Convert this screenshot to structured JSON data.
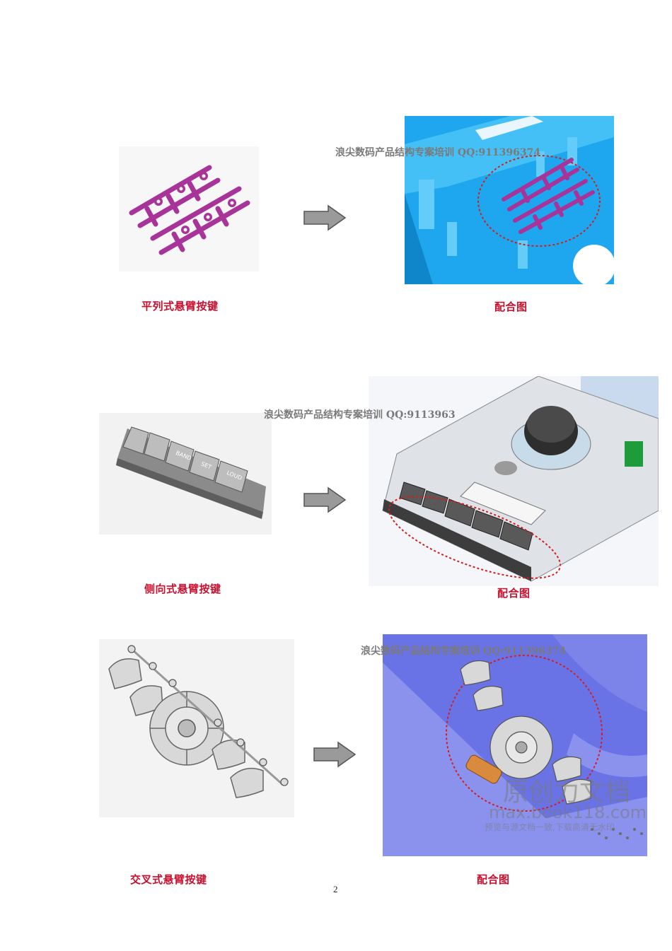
{
  "watermark_text": "浪尖数码产品结构专案培训 QQ:911396374",
  "rows": [
    {
      "left_caption": "平列式悬臂按键",
      "right_caption": "配合图",
      "watermark": "浪尖数码产品结构专案培训   QQ:911396374"
    },
    {
      "left_caption": "侧向式悬臂按键",
      "right_caption": "配合图",
      "watermark": "浪尖数码产品结构专案培训   QQ:9113963"
    },
    {
      "left_caption": "交叉式悬臂按键",
      "right_caption": "配合图",
      "watermark": "浪尖数码产品结构专案培训   QQ:911396374"
    }
  ],
  "button_labels": [
    "",
    "",
    "BAND",
    "SET",
    "LOUD"
  ],
  "site_watermark": {
    "line1": "原创力文档",
    "line2": "max.book118.com",
    "line3": "预览与源文档一致,下载高清无水印"
  },
  "page_number": "2",
  "colors": {
    "caption": "#c8102e",
    "magenta_part": "#a8349a",
    "blue_housing": "#1ea7ef",
    "purple_housing": "#6a73e6",
    "gray_part": "#d8d8d8",
    "fit_circle": "#d41e1e"
  },
  "icons": [
    "arrow-right-icon",
    "arrow-right-icon",
    "arrow-right-icon"
  ]
}
